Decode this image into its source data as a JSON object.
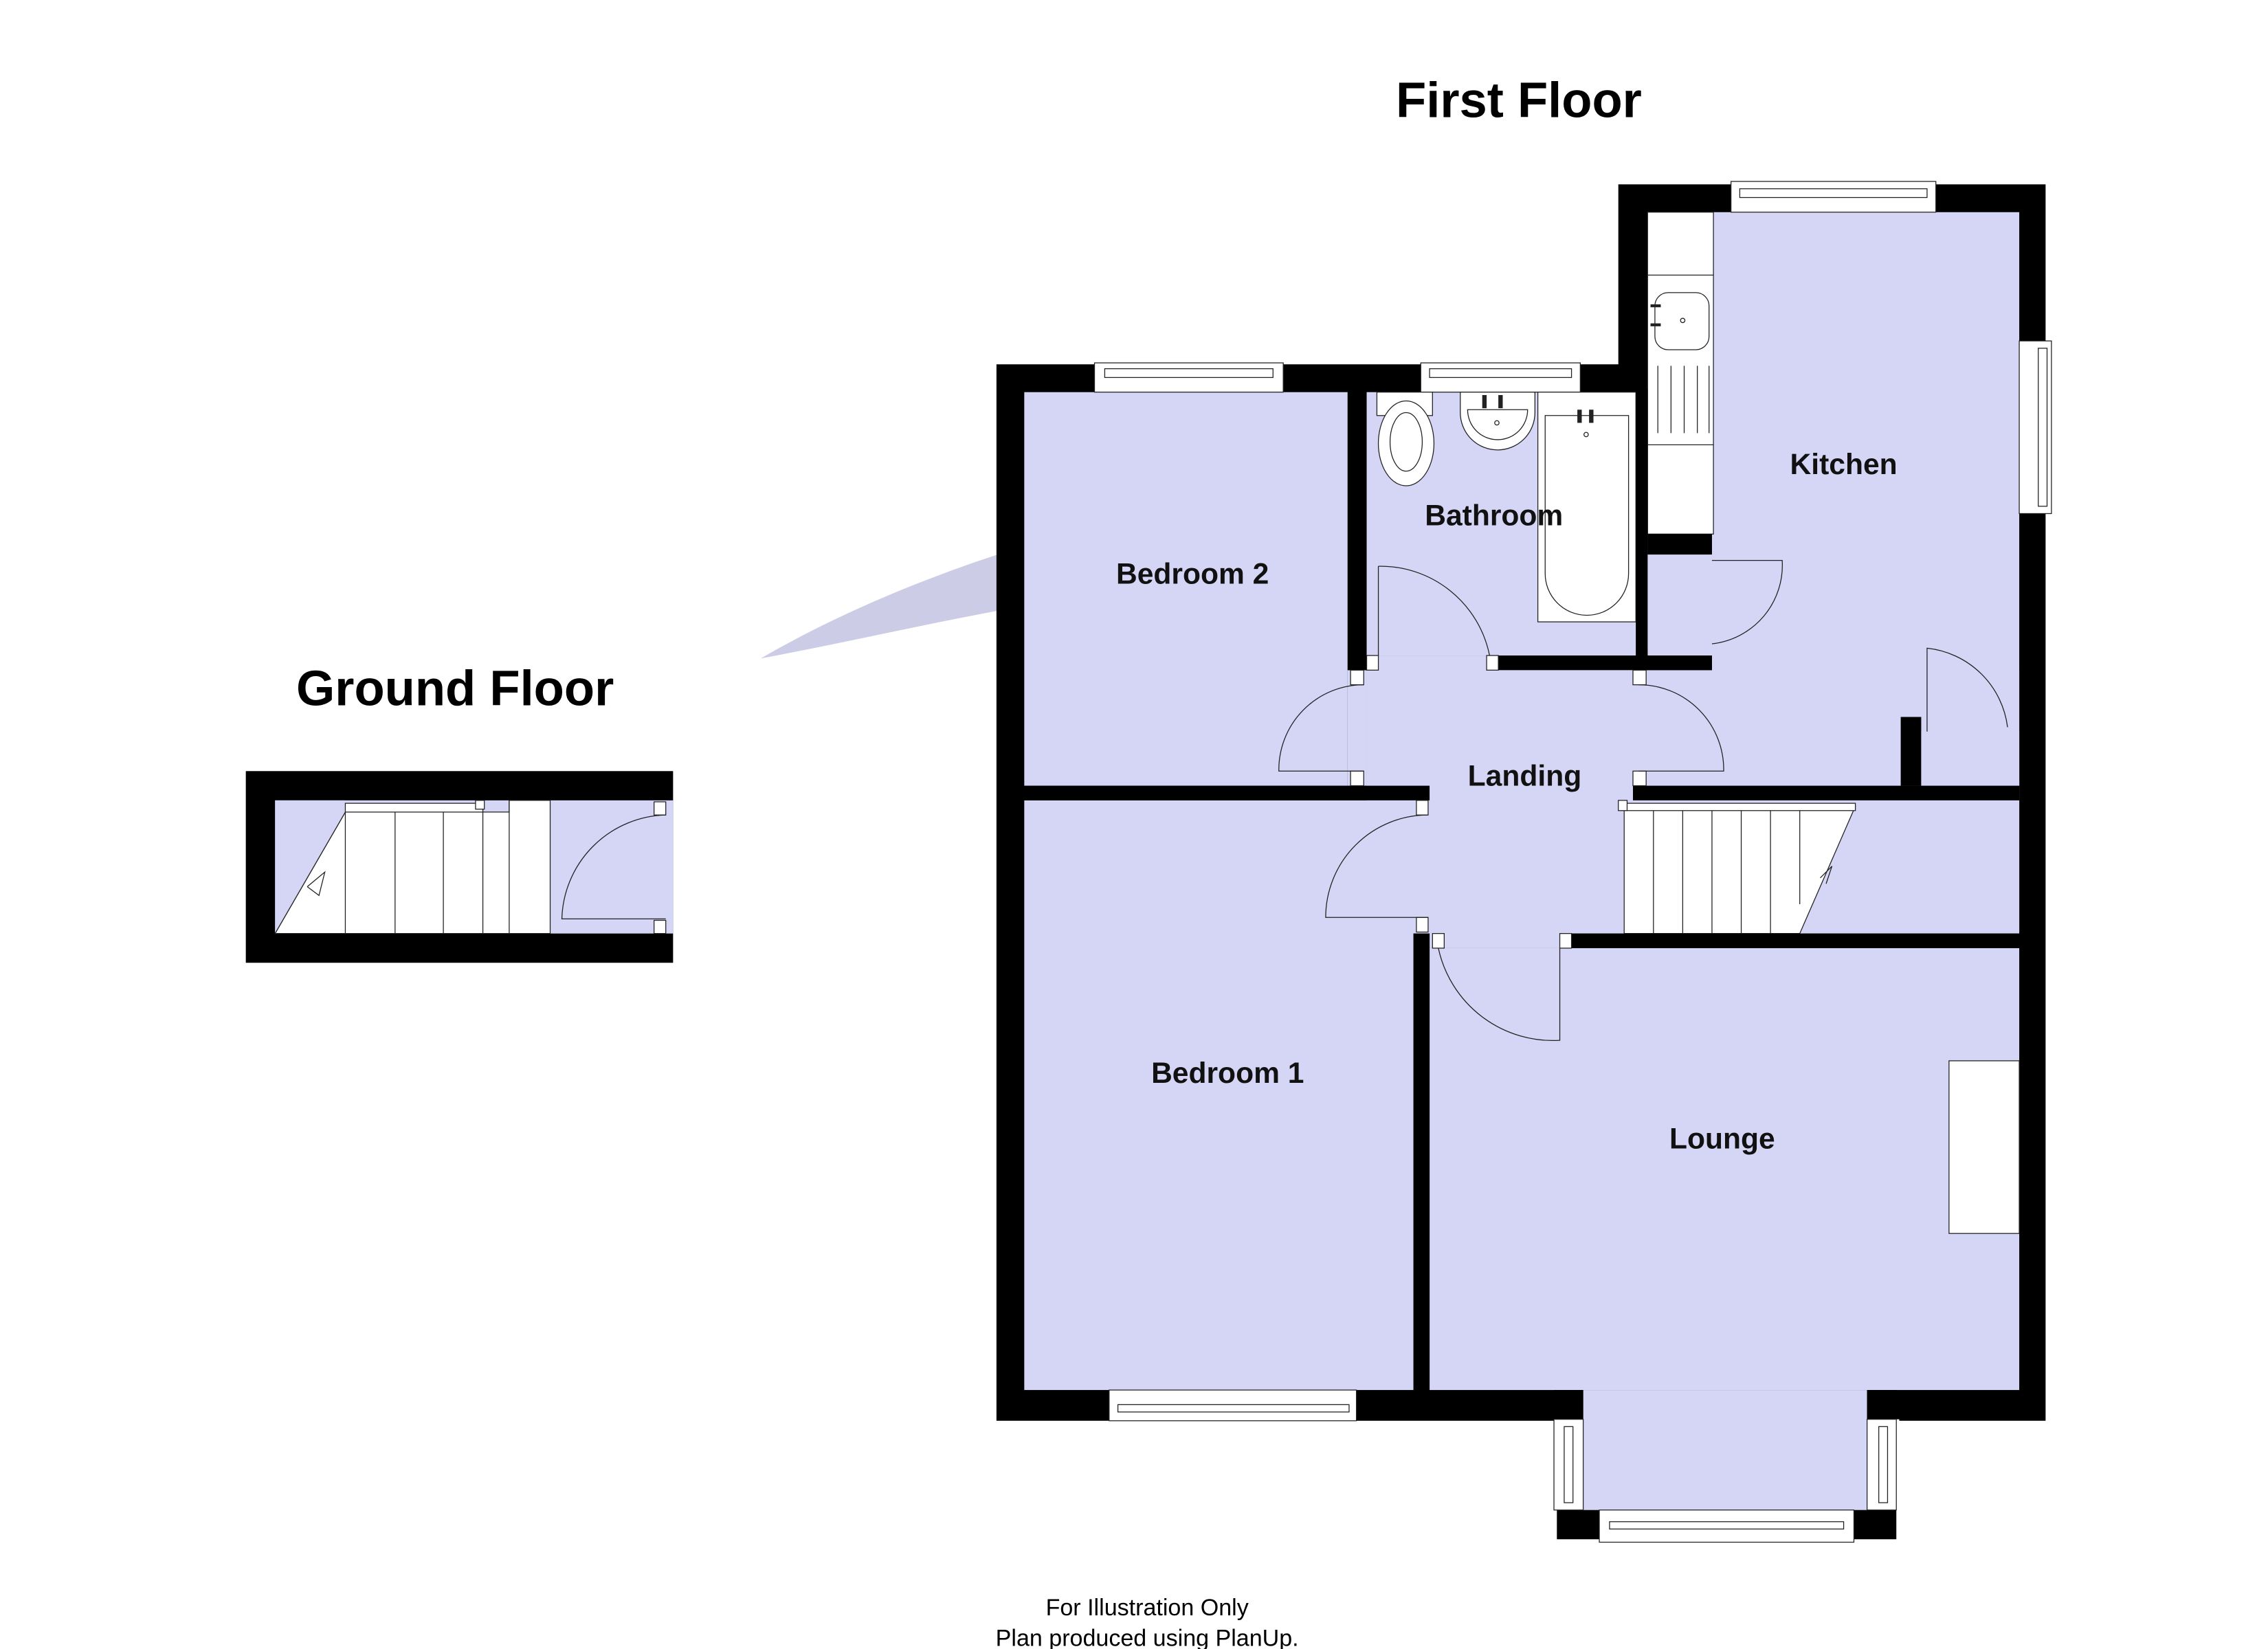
{
  "titles": {
    "first_floor": "First Floor",
    "ground_floor": "Ground Floor"
  },
  "rooms": {
    "bedroom2": "Bedroom 2",
    "bathroom": "Bathroom",
    "kitchen": "Kitchen",
    "landing": "Landing",
    "bedroom1": "Bedroom 1",
    "lounge": "Lounge"
  },
  "footer": {
    "line1": "For Illustration Only",
    "line2": "Plan produced using PlanUp."
  },
  "colors": {
    "floor": "#d5d5f5",
    "wall": "#000000",
    "watermark": "#8e8ec8"
  }
}
